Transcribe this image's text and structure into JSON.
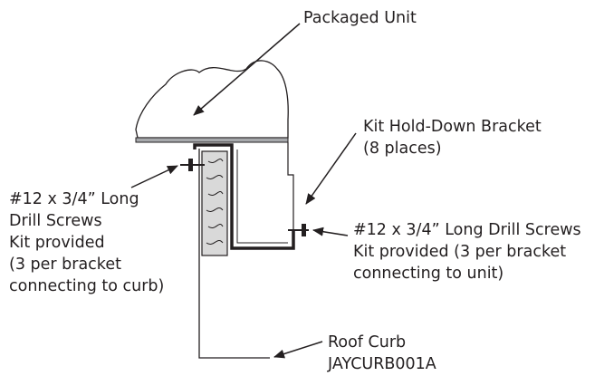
{
  "labels": {
    "packaged_unit": "Packaged Unit",
    "bracket": {
      "line1": "Kit Hold-Down Bracket",
      "line2": "(8 places)"
    },
    "left_screws": {
      "line1": "#12 x 3/4” Long",
      "line2": "Drill Screws",
      "line3": "Kit provided",
      "line4": "(3 per bracket",
      "line5": "connecting to curb)"
    },
    "right_screws": {
      "line1": "#12 x 3/4” Long Drill Screws",
      "line2": "Kit provided (3 per bracket",
      "line3": "connecting to unit)"
    },
    "roof_curb": {
      "line1": "Roof Curb",
      "line2": "JAYCURB001A"
    }
  },
  "colors": {
    "ink": "#231f20",
    "lines": "#231f20",
    "insulation": "#d9d9d9"
  }
}
